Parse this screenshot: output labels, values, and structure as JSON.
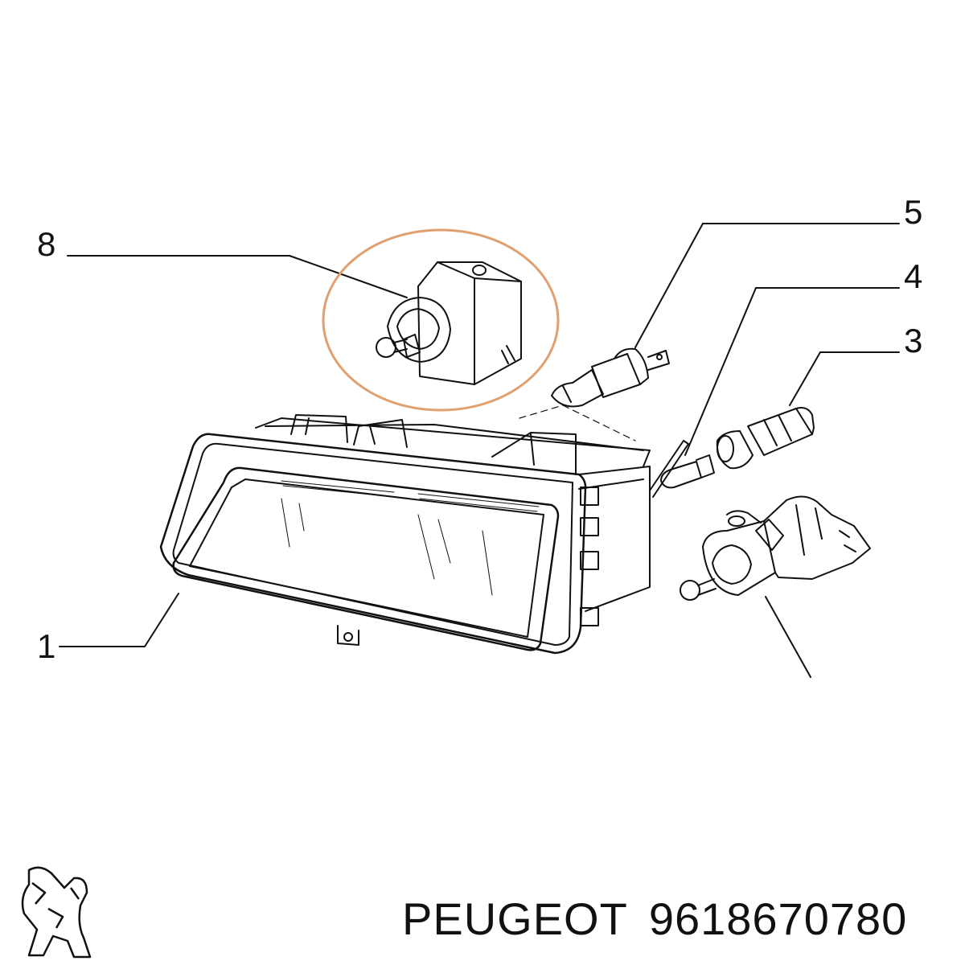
{
  "diagram": {
    "callouts": [
      {
        "id": "1",
        "label": "1"
      },
      {
        "id": "3",
        "label": "3"
      },
      {
        "id": "4",
        "label": "4"
      },
      {
        "id": "5",
        "label": "5"
      },
      {
        "id": "8",
        "label": "8"
      }
    ],
    "highlight_color": "#e0a070",
    "line_color": "#111111"
  },
  "footer": {
    "brand": "PEUGEOT",
    "part_number": "9618670780",
    "logo_icon": "peugeot-lion-logo-icon"
  }
}
